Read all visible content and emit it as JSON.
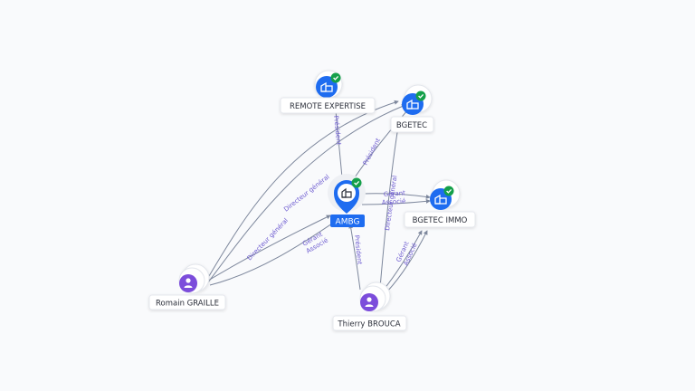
{
  "graph": {
    "colors": {
      "company": "#1e6cf0",
      "person": "#7c4ddb",
      "verified": "#15a04a",
      "edge": "#7d879c",
      "edge_label": "#6d5bd0"
    },
    "nodes": {
      "ambg": {
        "label": "AMBG",
        "type": "company",
        "icon": "building-icon",
        "verified": true,
        "selected": true
      },
      "remote": {
        "label": "REMOTE EXPERTISE",
        "type": "company",
        "icon": "building-icon",
        "verified": true
      },
      "bgetec": {
        "label": "BGETEC",
        "type": "company",
        "icon": "building-icon",
        "verified": true
      },
      "bgetec_immo": {
        "label": "BGETEC IMMO",
        "type": "company",
        "icon": "building-icon",
        "verified": true
      },
      "romain": {
        "label": "Romain GRAILLE",
        "type": "person",
        "icon": "person-icon"
      },
      "thierry": {
        "label": "Thierry BROUCA",
        "type": "person",
        "icon": "person-icon"
      }
    },
    "edge_labels": {
      "president_remote": "Président",
      "president_bgetec": "Président",
      "gerant_immo": "Gérant",
      "associe_immo": "Associé",
      "dg_romain_remote": "Directeur général",
      "dg_romain_bgetec": "Directeur général",
      "gerant_romain": "Gérant",
      "associe_romain": "Associé",
      "president_thierry": "Président",
      "dg_thierry": "Directeur général",
      "gerant_thierry": "Gérant",
      "associe_thierry": "Associé"
    }
  }
}
